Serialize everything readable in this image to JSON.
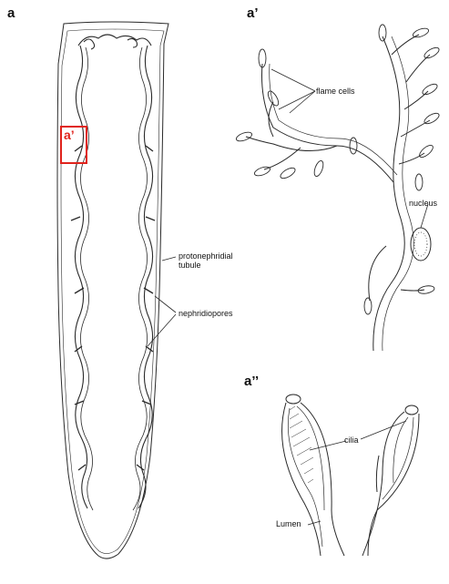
{
  "panels": {
    "a": "a",
    "a_prime": "a’",
    "a_double_prime": "a’’"
  },
  "inset_label": "a’",
  "labels": {
    "protonephridial_tubule": [
      "protonephridial",
      "tubule"
    ],
    "nephridiopores": "nephridiopores",
    "flame_cells": "flame cells",
    "nucleus": "nucleus",
    "cilia": "cilia",
    "lumen": "Lumen"
  },
  "colors": {
    "line": "#2a2a2a",
    "highlight": "#e0231c",
    "background": "#ffffff"
  }
}
